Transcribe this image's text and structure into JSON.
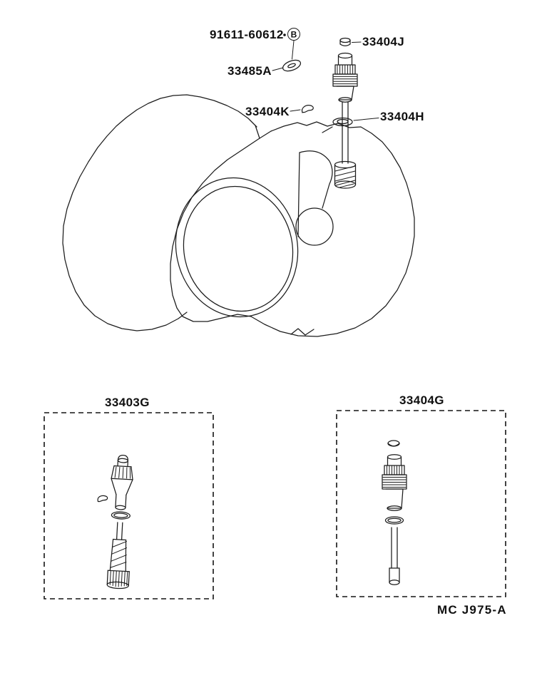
{
  "page": {
    "background": "#ffffff",
    "line_color": "#1c1c1c"
  },
  "callouts": {
    "bolt_number": "91611-60612",
    "bolt_marker": "B",
    "cap": "33404J",
    "washer": "33485A",
    "clip": "33404K",
    "o_ring": "33404H"
  },
  "kits": {
    "left_label": "33403G",
    "right_label": "33404G"
  },
  "footer_code": "MC J975-A"
}
